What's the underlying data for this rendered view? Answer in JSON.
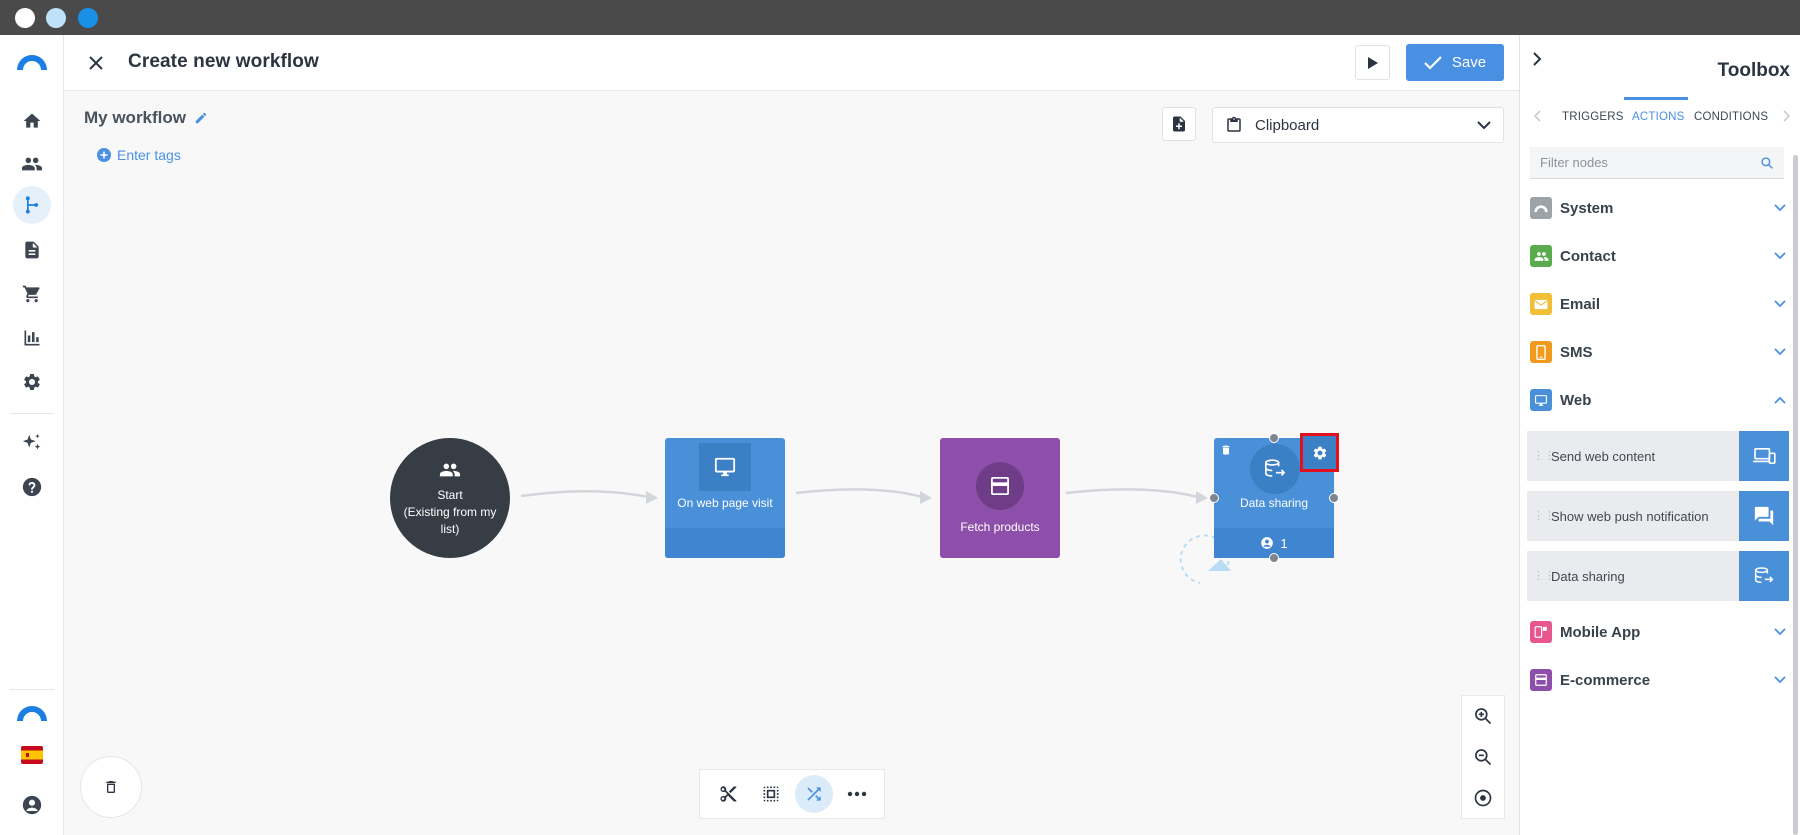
{
  "header": {
    "title": "Create new workflow",
    "save_label": "Save"
  },
  "canvas": {
    "workflow_name": "My workflow",
    "enter_tags": "Enter tags",
    "clipboard_label": "Clipboard"
  },
  "nodes": {
    "start_title": "Start",
    "start_sub": "(Existing from my list)",
    "web_visit": "On web page visit",
    "fetch": "Fetch products",
    "data_sharing": "Data sharing",
    "data_sharing_count": "1"
  },
  "toolbox": {
    "title": "Toolbox",
    "tabs": [
      "TRIGGERS",
      "ACTIONS",
      "CONDITIONS"
    ],
    "active_tab": "ACTIONS",
    "filter_placeholder": "Filter nodes",
    "categories": [
      {
        "label": "System",
        "color": "#9ea3a8",
        "icon": "system-icon",
        "expanded": false
      },
      {
        "label": "Contact",
        "color": "#5aaa4e",
        "icon": "contact-icon",
        "expanded": false
      },
      {
        "label": "Email",
        "color": "#f2c037",
        "icon": "email-icon",
        "expanded": false
      },
      {
        "label": "SMS",
        "color": "#f29a1b",
        "icon": "sms-icon",
        "expanded": false
      },
      {
        "label": "Web",
        "color": "#4a90d9",
        "icon": "web-icon",
        "expanded": true
      },
      {
        "label": "Mobile App",
        "color": "#e8568e",
        "icon": "mobile-app-icon",
        "expanded": false
      },
      {
        "label": "E-commerce",
        "color": "#8d4fa9",
        "icon": "ecommerce-icon",
        "expanded": false
      }
    ],
    "web_items": [
      {
        "label": "Send web content",
        "icon": "devices-icon"
      },
      {
        "label": "Show web push notification",
        "icon": "chat-icon"
      },
      {
        "label": "Data sharing",
        "icon": "data-sharing-icon"
      }
    ]
  },
  "colors": {
    "accent": "#4a90e2",
    "node_blue": "#4a90d9",
    "node_purple": "#8d4fa9",
    "start_dark": "#363d45",
    "highlight_red": "#e2101c"
  }
}
